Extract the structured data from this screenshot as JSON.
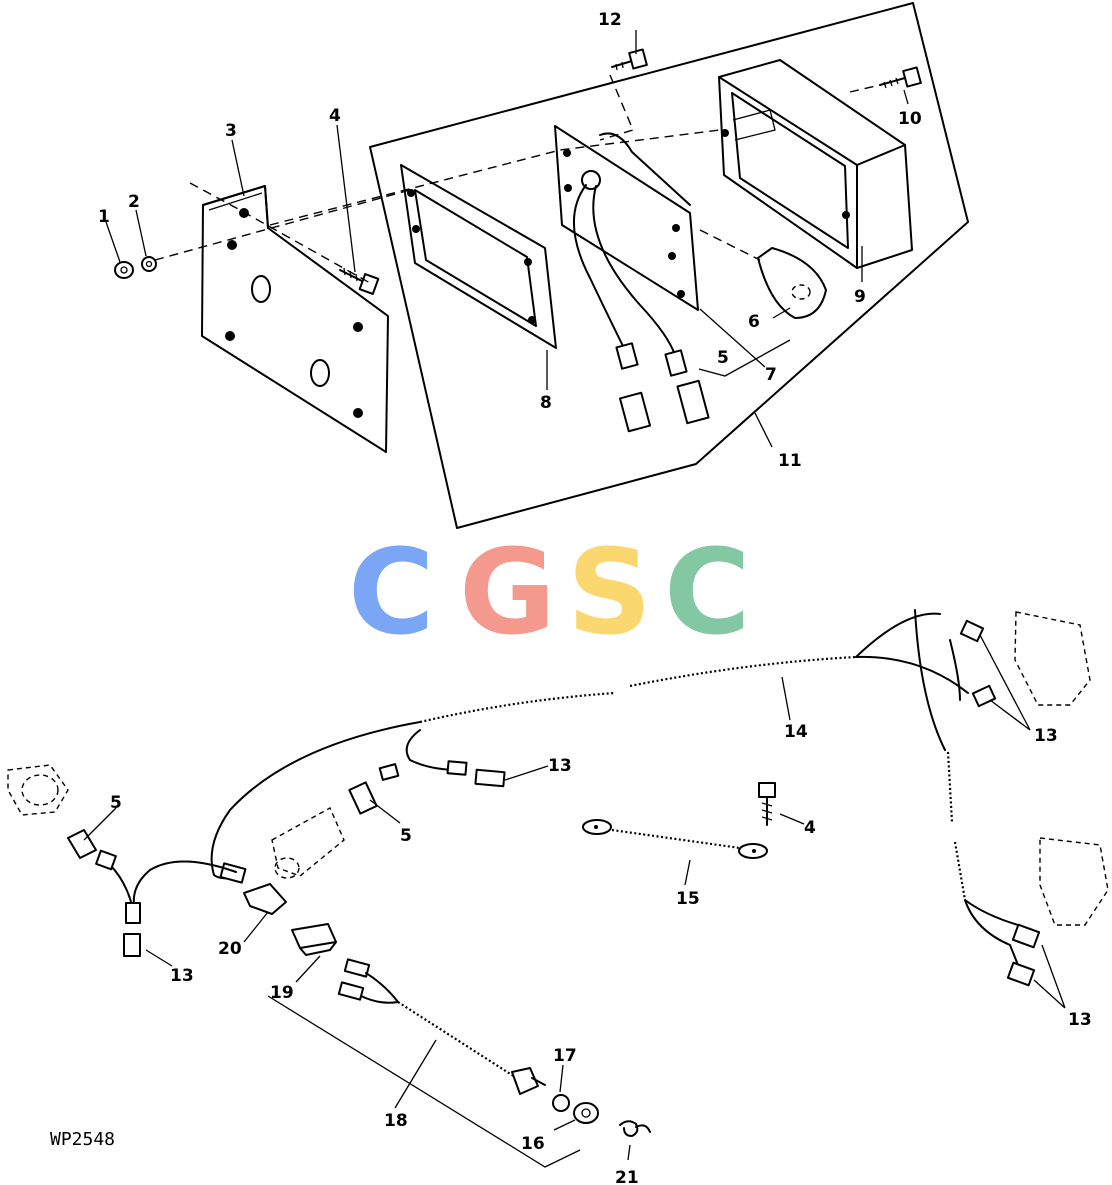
{
  "figure_code": "WP2548",
  "watermark": {
    "letters": [
      {
        "char": "C",
        "color": "#7aa6f5"
      },
      {
        "char": "G",
        "color": "#f4998e"
      },
      {
        "char": "S",
        "color": "#fbd86f"
      },
      {
        "char": "C",
        "color": "#84c7a3"
      }
    ]
  },
  "callouts": {
    "c1": "1",
    "c2": "2",
    "c3": "3",
    "c4a": "4",
    "c4b": "4",
    "c5a": "5",
    "c5b": "5",
    "c5c": "5",
    "c6": "6",
    "c7": "7",
    "c8": "8",
    "c9": "9",
    "c10": "10",
    "c11": "11",
    "c12": "12",
    "c13a": "13",
    "c13b": "13",
    "c13c": "13",
    "c13d": "13",
    "c14": "14",
    "c15": "15",
    "c16": "16",
    "c17": "17",
    "c18": "18",
    "c19": "19",
    "c20": "20",
    "c21": "21"
  }
}
